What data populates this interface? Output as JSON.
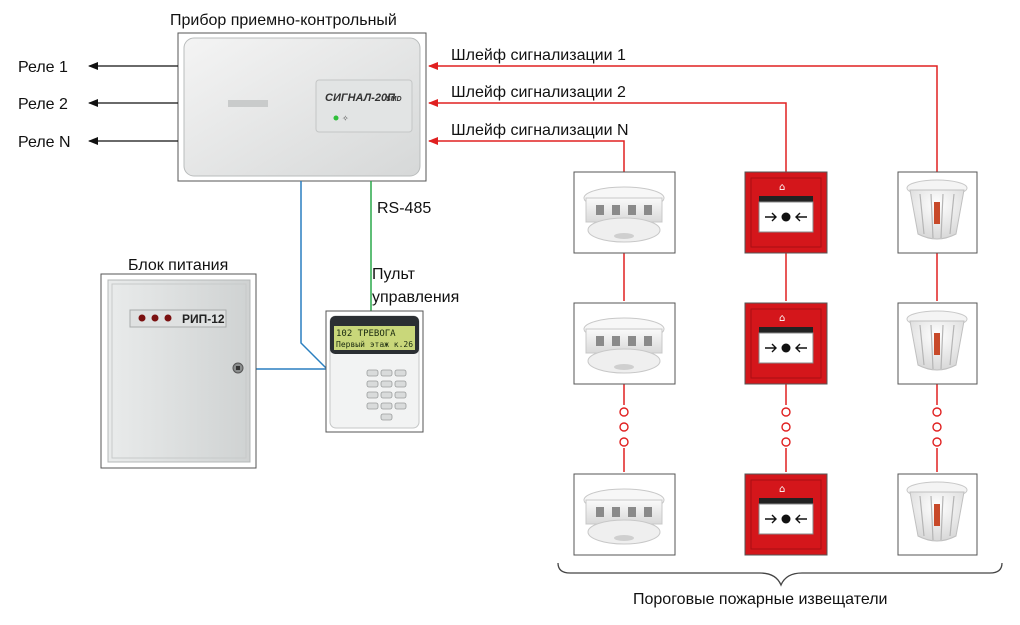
{
  "labels": {
    "panel_title": "Прибор приемно-контрольный",
    "panel_model": "СИГНАЛ-20П",
    "panel_model_suffix": "SMD",
    "relay_1": "Реле 1",
    "relay_2": "Реле 2",
    "relay_n": "Реле N",
    "loop_1": "Шлейф сигнализации 1",
    "loop_2": "Шлейф сигнализации 2",
    "loop_n": "Шлейф сигнализации N",
    "rs485": "RS-485",
    "control_panel": "Пульт управления",
    "control_panel_line1": "Пульт",
    "control_panel_line2": "управления",
    "power_supply": "Блок питания",
    "power_supply_model": "РИП-12",
    "lcd_line1": "102 ТРЕВОГА",
    "lcd_line2": "Первый этаж к.26",
    "detectors_caption": "Пороговые пожарные извещатели"
  },
  "colors": {
    "loop_line": "#e02020",
    "rs485_line": "#2aa84a",
    "power_line": "#2a7fc0",
    "relay_arrow": "#111111",
    "manual_call_point": "#d4161b"
  },
  "detector_columns": [
    {
      "type": "smoke-detector",
      "rows": 3
    },
    {
      "type": "manual-call-point",
      "rows": 3
    },
    {
      "type": "heat-detector",
      "rows": 3
    }
  ]
}
